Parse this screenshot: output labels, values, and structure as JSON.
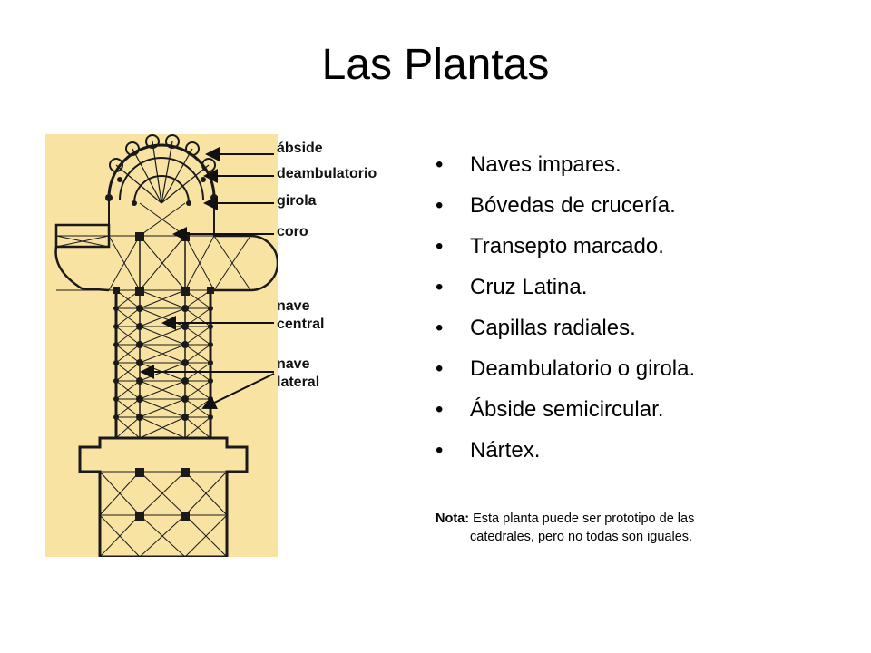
{
  "title": "Las Plantas",
  "diagram": {
    "labels": [
      {
        "key": "abside",
        "text": "ábside"
      },
      {
        "key": "deambulatorio",
        "text": "deambulatorio"
      },
      {
        "key": "girola",
        "text": "girola"
      },
      {
        "key": "coro",
        "text": "coro"
      },
      {
        "key": "nave-central-1",
        "text": "nave"
      },
      {
        "key": "nave-central-2",
        "text": "central"
      },
      {
        "key": "nave-lateral-1",
        "text": "nave"
      },
      {
        "key": "nave-lateral-2",
        "text": "lateral"
      }
    ]
  },
  "bullets": [
    "Naves impares.",
    "Bóvedas de crucería.",
    "Transepto marcado.",
    "Cruz Latina.",
    "Capillas radiales.",
    "Deambulatorio o girola.",
    "Ábside semicircular.",
    "Nártex."
  ],
  "note": {
    "label": "Nota:",
    "line1": " Esta planta puede ser prototipo de las",
    "line2": "catedrales, pero no todas son iguales."
  },
  "colors": {
    "background": "#ffffff",
    "plan_background": "#f8e3a2",
    "plan_ink": "#1a1a1a"
  }
}
